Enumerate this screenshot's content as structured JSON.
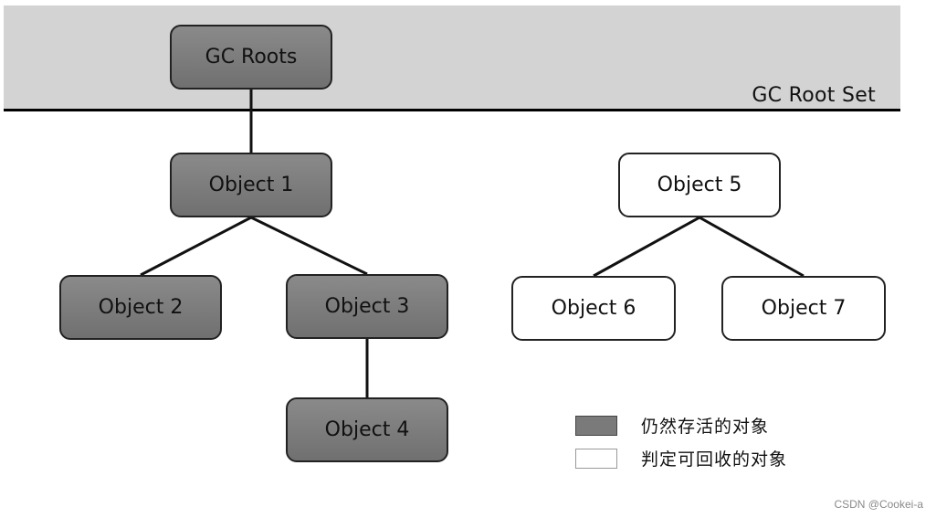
{
  "root_set": {
    "label": "GC Root Set"
  },
  "nodes": [
    {
      "id": "gc-roots",
      "label": "GC Roots",
      "kind": "alive"
    },
    {
      "id": "object-1",
      "label": "Object  1",
      "kind": "alive"
    },
    {
      "id": "object-2",
      "label": "Object  2",
      "kind": "alive"
    },
    {
      "id": "object-3",
      "label": "Object  3",
      "kind": "alive"
    },
    {
      "id": "object-4",
      "label": "Object  4",
      "kind": "alive"
    },
    {
      "id": "object-5",
      "label": "Object  5",
      "kind": "dead"
    },
    {
      "id": "object-6",
      "label": "Object  6",
      "kind": "dead"
    },
    {
      "id": "object-7",
      "label": "Object  7",
      "kind": "dead"
    }
  ],
  "edges": [
    {
      "from": "gc-roots",
      "to": "object-1"
    },
    {
      "from": "object-1",
      "to": "object-2"
    },
    {
      "from": "object-1",
      "to": "object-3"
    },
    {
      "from": "object-3",
      "to": "object-4"
    },
    {
      "from": "object-5",
      "to": "object-6"
    },
    {
      "from": "object-5",
      "to": "object-7"
    }
  ],
  "legend": {
    "alive": {
      "text": "仍然存活的对象",
      "color": "#7a7a7a"
    },
    "dead": {
      "text": "判定可回收的对象",
      "color": "#ffffff"
    }
  },
  "watermark": "CSDN @Cookei-a"
}
